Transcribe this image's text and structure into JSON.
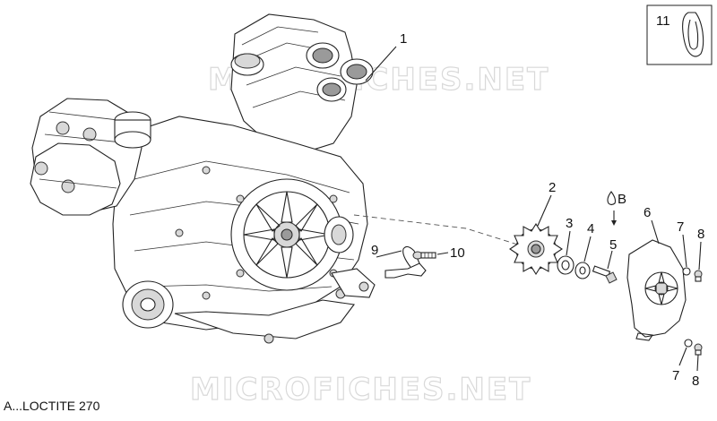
{
  "callouts": {
    "c1": "1",
    "c2": "2",
    "c3": "3",
    "c4": "4",
    "c5": "5",
    "c6": "6",
    "c7a": "7",
    "c7b": "7",
    "c8a": "8",
    "c8b": "8",
    "c9": "9",
    "c10": "10",
    "c11": "11",
    "cB": "B"
  },
  "legend_text": "A...LOCTITE 270",
  "watermarks": {
    "top": "MICROFICHES.NET",
    "bottom": "MICROFICHES.NET"
  }
}
